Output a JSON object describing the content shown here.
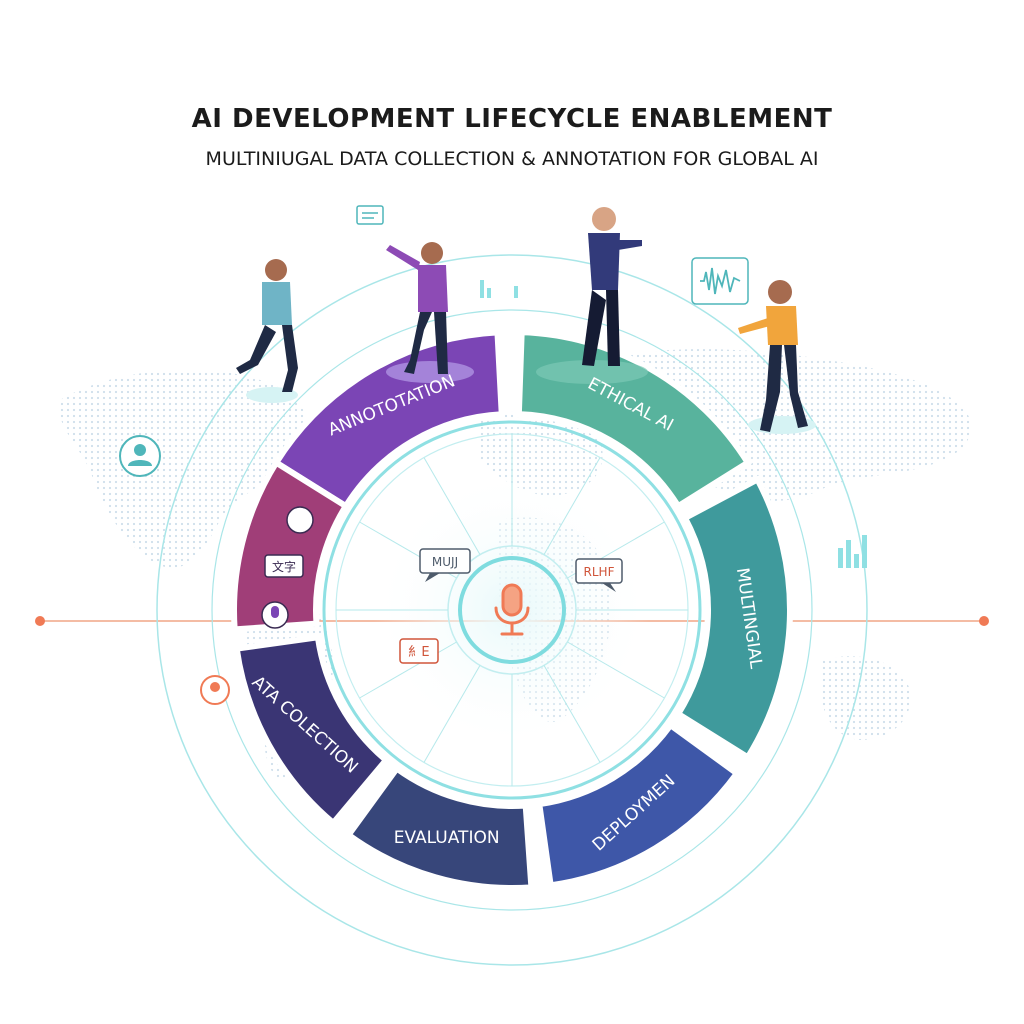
{
  "title": "AI DEVELOPMENT LIFECYCLE ENABLEMENT",
  "subtitle": "MULTINIUGAL DATA COLLECTION & ANNOTATION FOR GLOBAL AI",
  "segments": [
    {
      "label": "ANNOTOTATION",
      "color": "#7b45b5"
    },
    {
      "label": "ETHICAL AI",
      "color": "#58b39d"
    },
    {
      "label": "MULTINGIAL",
      "color": "#3f9a9c"
    },
    {
      "label": "DEPLOYMEN",
      "color": "#3e57a8"
    },
    {
      "label": "EVALUATION",
      "color": "#37467a"
    },
    {
      "label": "ATA COLECTION",
      "color": "#3a3574"
    },
    {
      "label": "",
      "color": "#a03e78"
    }
  ],
  "bubbles": {
    "multi": "MUJJ",
    "rlhf": "RLHF",
    "cjk": "糹E",
    "translate": "文字"
  },
  "colors": {
    "ring": "#7fdcdf",
    "accent": "#f07a55",
    "map": "#c9dcea"
  },
  "icons": [
    "microphone-icon",
    "user-icon",
    "translate-icon",
    "chat-icon",
    "waveform-icon",
    "location-pin-icon"
  ]
}
